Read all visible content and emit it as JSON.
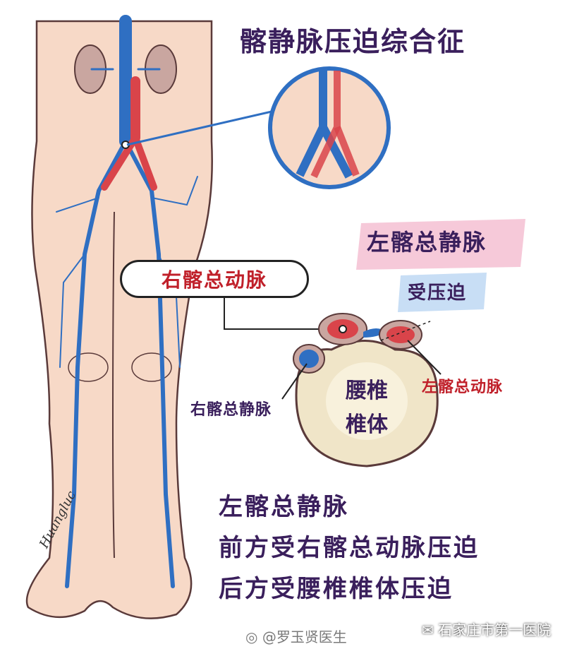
{
  "title": "髂静脉压迫综合征",
  "label_right_common_iliac_artery": "右髂总动脉",
  "label_left_common_iliac_vein": "左髂总静脉",
  "label_compressed": "受压迫",
  "vertebra_text_line1": "腰椎",
  "vertebra_text_line2": "椎体",
  "label_right_common_iliac_vein": "右髂总静脉",
  "label_left_common_iliac_artery": "左髂总动脉",
  "description": [
    "左髂总静脉",
    "前方受右髂总动脉压迫",
    "后方受腰椎椎体压迫"
  ],
  "signature": "Huangluc",
  "watermark_weibo": "@罗玉贤医生",
  "watermark_wechat": "石家庄市第一医院",
  "colors": {
    "skin": "#f7d9c7",
    "vein": "#2f6fc2",
    "artery": "#d9444a",
    "vertebra": "#f0e5c8",
    "text": "#3a1f5c",
    "label_red": "#c0202a"
  }
}
